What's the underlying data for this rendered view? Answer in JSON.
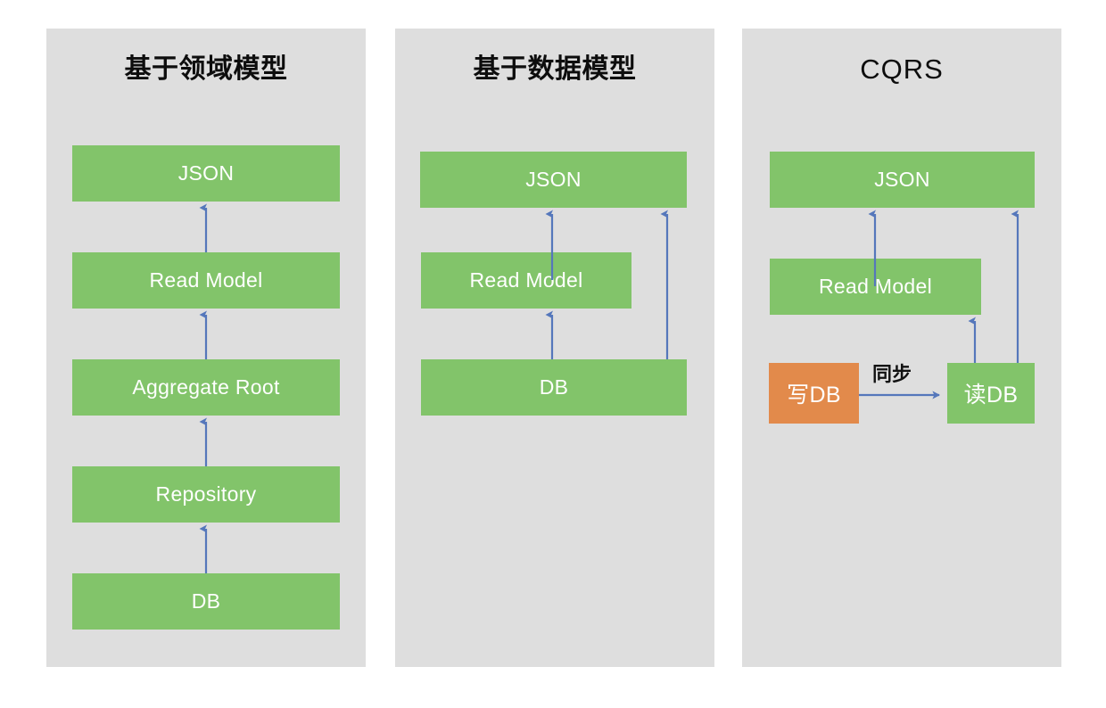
{
  "diagram": {
    "type": "architecture-comparison",
    "background": "#ffffff",
    "panel_bg": "#dedede",
    "colors": {
      "green": "#82c46a",
      "orange": "#e28a4b",
      "arrow": "#5577bb",
      "panel": "#dedede",
      "title_text": "#0d0d0d",
      "node_text": "#ffffff"
    },
    "panels": [
      {
        "id": "domain-model",
        "title": "基于领域模型",
        "nodes": [
          {
            "id": "json",
            "label": "JSON",
            "color": "green"
          },
          {
            "id": "read-model",
            "label": "Read Model",
            "color": "green"
          },
          {
            "id": "aggregate-root",
            "label": "Aggregate Root",
            "color": "green"
          },
          {
            "id": "repository",
            "label": "Repository",
            "color": "green"
          },
          {
            "id": "db",
            "label": "DB",
            "color": "green"
          }
        ],
        "edges": [
          {
            "from": "db",
            "to": "repository",
            "label": ""
          },
          {
            "from": "repository",
            "to": "aggregate-root",
            "label": ""
          },
          {
            "from": "aggregate-root",
            "to": "read-model",
            "label": ""
          },
          {
            "from": "read-model",
            "to": "json",
            "label": ""
          }
        ]
      },
      {
        "id": "data-model",
        "title": "基于数据模型",
        "nodes": [
          {
            "id": "json",
            "label": "JSON",
            "color": "green"
          },
          {
            "id": "read-model",
            "label": "Read Model",
            "color": "green"
          },
          {
            "id": "db",
            "label": "DB",
            "color": "green"
          }
        ],
        "edges": [
          {
            "from": "db",
            "to": "read-model",
            "label": ""
          },
          {
            "from": "read-model",
            "to": "json",
            "label": ""
          },
          {
            "from": "db",
            "to": "json",
            "label": ""
          }
        ]
      },
      {
        "id": "cqrs",
        "title": "CQRS",
        "nodes": [
          {
            "id": "json",
            "label": "JSON",
            "color": "green"
          },
          {
            "id": "read-model",
            "label": "Read Model",
            "color": "green"
          },
          {
            "id": "write-db",
            "label": "写DB",
            "color": "orange"
          },
          {
            "id": "read-db",
            "label": "读DB",
            "color": "green"
          }
        ],
        "edges": [
          {
            "from": "write-db",
            "to": "read-db",
            "label": "同步"
          },
          {
            "from": "read-db",
            "to": "read-model",
            "label": ""
          },
          {
            "from": "read-model",
            "to": "json",
            "label": ""
          },
          {
            "from": "read-db",
            "to": "json",
            "label": ""
          }
        ]
      }
    ]
  }
}
